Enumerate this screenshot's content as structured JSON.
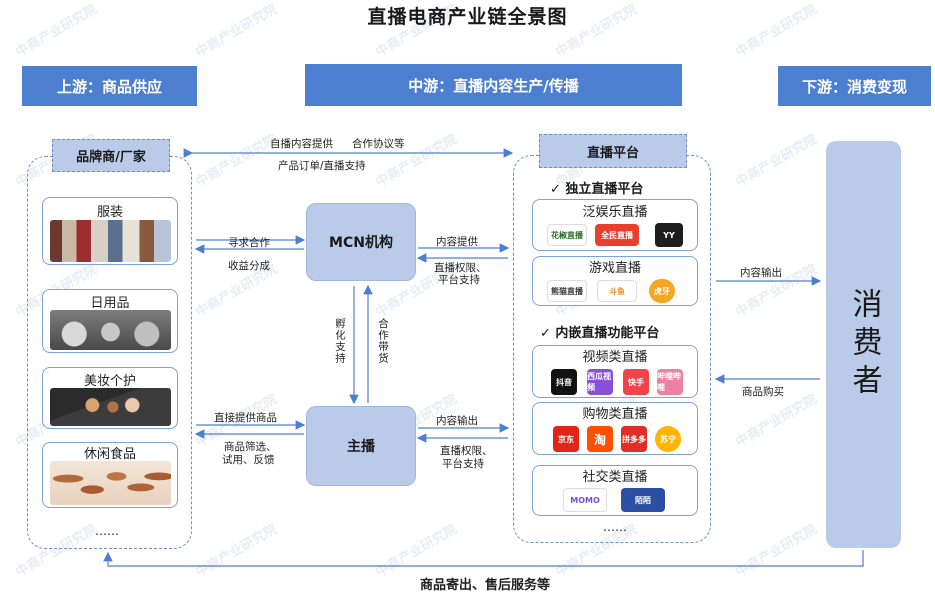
{
  "title": "直播电商产业链全景图",
  "stages": {
    "upstream": "上游：商品供应",
    "midstream": "中游：直播内容生产/传播",
    "downstream": "下游：消费变现"
  },
  "brand_tag": "品牌商/厂家",
  "categories": [
    "服装",
    "日用品",
    "美妆个护",
    "休闲食品"
  ],
  "ellipsis_left": "……",
  "top_flow": {
    "label1": "自播内容提供",
    "label2": "合作协议等",
    "label3": "产品订单/直播支持"
  },
  "nodes": {
    "mcn": "MCN机构",
    "anchor": "主播",
    "consumer": "消费者"
  },
  "flows": {
    "brand_mcn_top": "寻求合作",
    "brand_mcn_bottom": "收益分成",
    "mcn_plat_top": "内容提供",
    "mcn_plat_bottom_1": "直播权限、",
    "mcn_plat_bottom_2": "平台支持",
    "mcn_down": "孵化支持",
    "anchor_up": "合作带货",
    "brand_anchor_top": "直接提供商品",
    "brand_anchor_bottom_1": "商品筛选、",
    "brand_anchor_bottom_2": "试用、反馈",
    "anchor_plat_top": "内容输出",
    "anchor_plat_bottom_1": "直播权限、",
    "anchor_plat_bottom_2": "平台支持",
    "plat_consumer_top": "内容输出",
    "plat_consumer_bottom": "商品购买",
    "bottom_loop": "商品寄出、售后服务等"
  },
  "platform": {
    "tag": "直播平台",
    "section1": "✓  独立直播平台",
    "section2": "✓  内嵌直播功能平台",
    "groups": [
      {
        "label": "泛娱乐直播",
        "logos": [
          "花椒直播",
          "全民直播",
          "YY"
        ]
      },
      {
        "label": "游戏直播",
        "logos": [
          "熊猫直播",
          "斗鱼",
          "虎牙"
        ]
      },
      {
        "label": "视频类直播",
        "logos": [
          "抖音",
          "西瓜视频",
          "快手",
          "哔哩哔哩"
        ]
      },
      {
        "label": "购物类直播",
        "logos": [
          "京东",
          "淘",
          "拼多多",
          "苏宁"
        ]
      },
      {
        "label": "社交类直播",
        "logos": [
          "MOMO",
          "陌陌"
        ]
      }
    ],
    "ellipsis": "……"
  },
  "watermark": "中商产业研究院",
  "colors": {
    "header_blue": "#4d7fd1",
    "node_fill": "#b9cbe9",
    "border_blue": "#6d8fc9",
    "arrow": "#4d7fd1"
  }
}
